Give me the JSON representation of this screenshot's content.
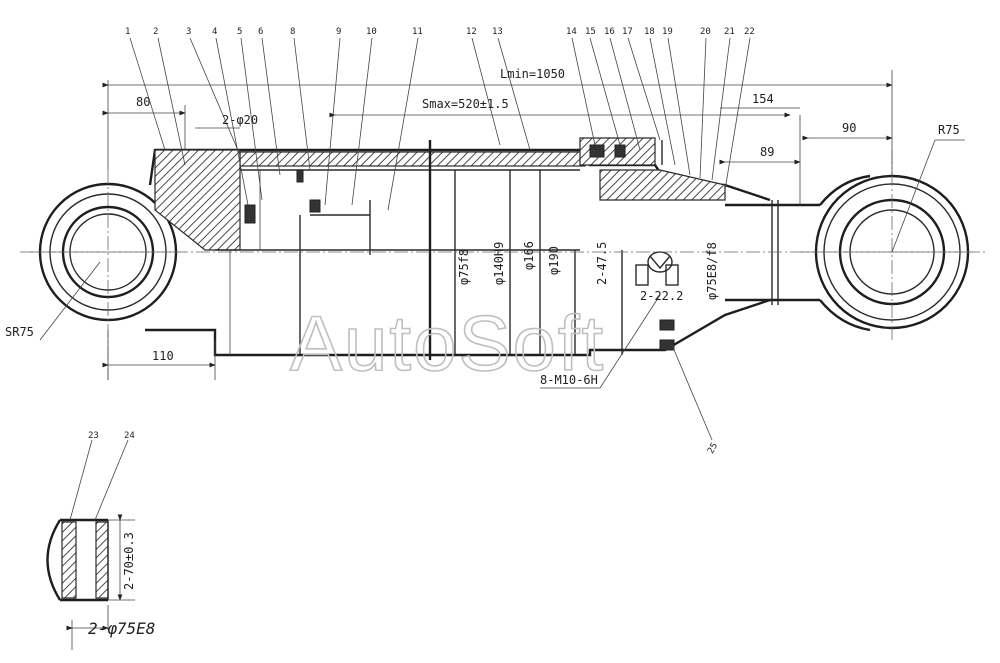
{
  "watermark": "AutoSoft",
  "part_numbers": [
    "1",
    "2",
    "3",
    "4",
    "5",
    "6",
    "8",
    "9",
    "10",
    "11",
    "12",
    "13",
    "14",
    "15",
    "16",
    "17",
    "18",
    "19",
    "20",
    "21",
    "22"
  ],
  "detail_numbers": [
    "23",
    "24"
  ],
  "callout_25": "25",
  "dims": {
    "lmin": "Lmin=1050",
    "smax": "Smax=520±1.5",
    "d80": "80",
    "d2phi20": "2-φ20",
    "d154": "154",
    "d89": "89",
    "d90": "90",
    "r75": "R75",
    "sr75": "SR75",
    "d110": "110",
    "phi75f8": "φ75f8",
    "phi140h9": "φ140H9",
    "phi166": "φ166",
    "phi190": "φ190",
    "d2475": "2-47.5",
    "d2222": "2-22.2",
    "phi75e8f8": "φ75E8/f8",
    "m10": "8-M10-6H",
    "d70": "2-70±0.3",
    "phi75e8": "2-φ75E8"
  }
}
